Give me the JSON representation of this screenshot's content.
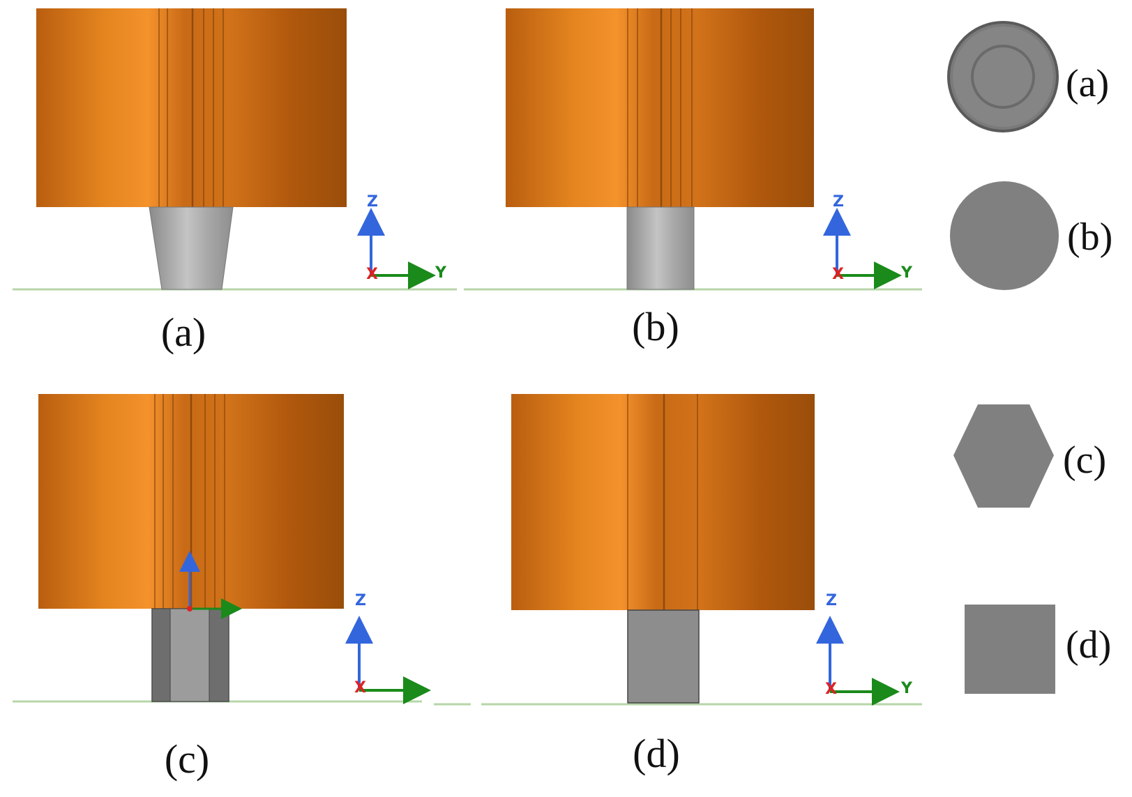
{
  "panels": [
    {
      "id": "a",
      "caption": "(a)",
      "tip_shape": "tapered-cylinder"
    },
    {
      "id": "b",
      "caption": "(b)",
      "tip_shape": "cylinder"
    },
    {
      "id": "c",
      "caption": "(c)",
      "tip_shape": "hexagonal-prism"
    },
    {
      "id": "d",
      "caption": "(d)",
      "tip_shape": "square-prism"
    }
  ],
  "cross_sections": [
    {
      "label": "(a)",
      "shape": "circle-with-inner-ring"
    },
    {
      "label": "(b)",
      "shape": "circle"
    },
    {
      "label": "(c)",
      "shape": "hexagon"
    },
    {
      "label": "(d)",
      "shape": "square"
    }
  ],
  "axes": {
    "z_label": "Z",
    "y_label": "Y",
    "x_label": "X"
  },
  "colors": {
    "shoulder": "#d9781e",
    "shoulder_light": "#f4922c",
    "shoulder_dark": "#a2520c",
    "pin": "#9a9a9a",
    "section": "#808080",
    "z_axis": "#3366dd",
    "y_axis": "#1a8a1a",
    "x_axis": "#dd2222",
    "ground": "#b7d6a8"
  }
}
